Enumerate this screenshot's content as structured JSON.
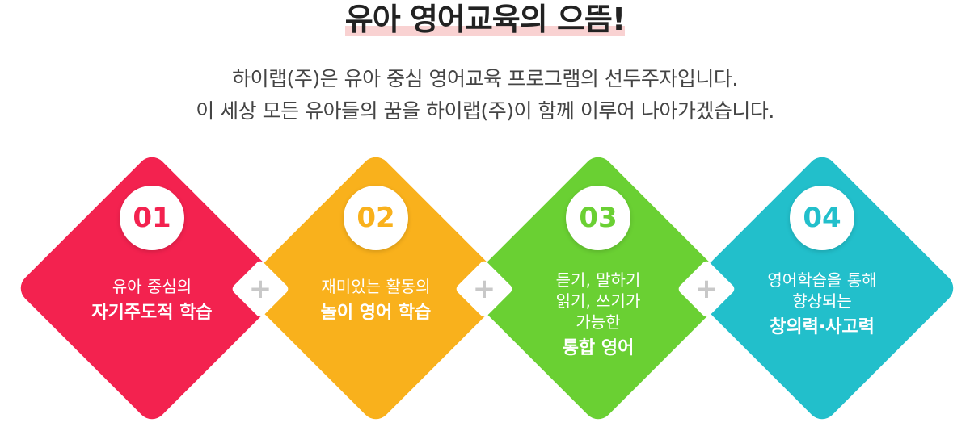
{
  "title": "유아 영어교육의 으뜸!",
  "subtitle": [
    "하이랩(주)은 유아 중심 영어교육 프로그램의 선두주자입니다.",
    "이 세상 모든 유아들의 꿈을 하이랩(주)이 함께 이루어 나아가겠습니다."
  ],
  "colors": {
    "card1": "#f3224f",
    "card2": "#f9b11c",
    "card3": "#6ad033",
    "card4": "#22bfcb"
  },
  "cards": [
    {
      "number": "01",
      "lines": [
        "유아 중심의"
      ],
      "highlight": "자기주도적 학습"
    },
    {
      "number": "02",
      "lines": [
        "재미있는 활동의"
      ],
      "highlight": "놀이 영어 학습"
    },
    {
      "number": "03",
      "lines": [
        "듣기, 말하기",
        "읽기, 쓰기가",
        "가능한"
      ],
      "highlight": "통합 영어"
    },
    {
      "number": "04",
      "lines": [
        "영어학습을 통해",
        "향상되는"
      ],
      "highlight": "창의력·사고력"
    }
  ],
  "plus_symbol": "+"
}
